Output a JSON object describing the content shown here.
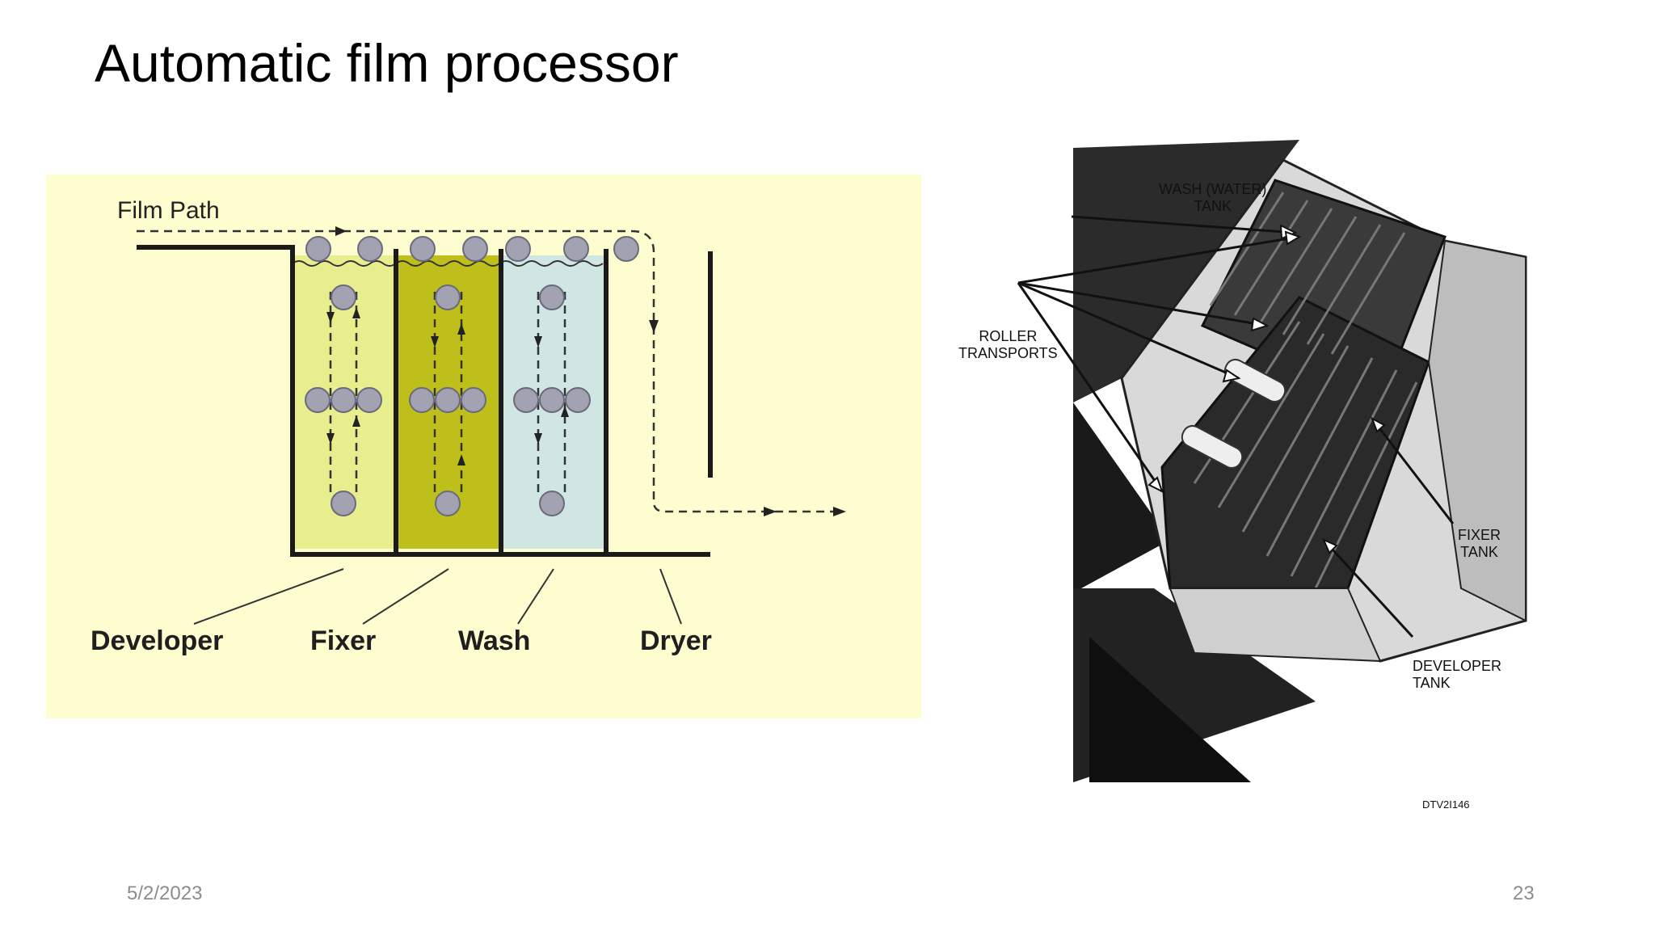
{
  "slide": {
    "title": "Automatic film processor",
    "date": "5/2/2023",
    "page_number": "23"
  },
  "left_figure": {
    "film_path_label": "Film Path",
    "tanks": [
      {
        "label": "Developer",
        "color": "#e8ee8e"
      },
      {
        "label": "Fixer",
        "color": "#bfbf1c"
      },
      {
        "label": "Wash",
        "color": "#cfe6e2"
      },
      {
        "label": "Dryer",
        "color": "#fdfdd0"
      }
    ],
    "background_color": "#fdfdd0"
  },
  "right_figure": {
    "annotations": {
      "wash_tank": "WASH (WATER)\nTANK",
      "roller_transports": "ROLLER\nTRANSPORTS",
      "fixer_tank": "FIXER\nTANK",
      "developer_tank": "DEVELOPER\nTANK",
      "figure_code": "DTV2I146"
    }
  }
}
